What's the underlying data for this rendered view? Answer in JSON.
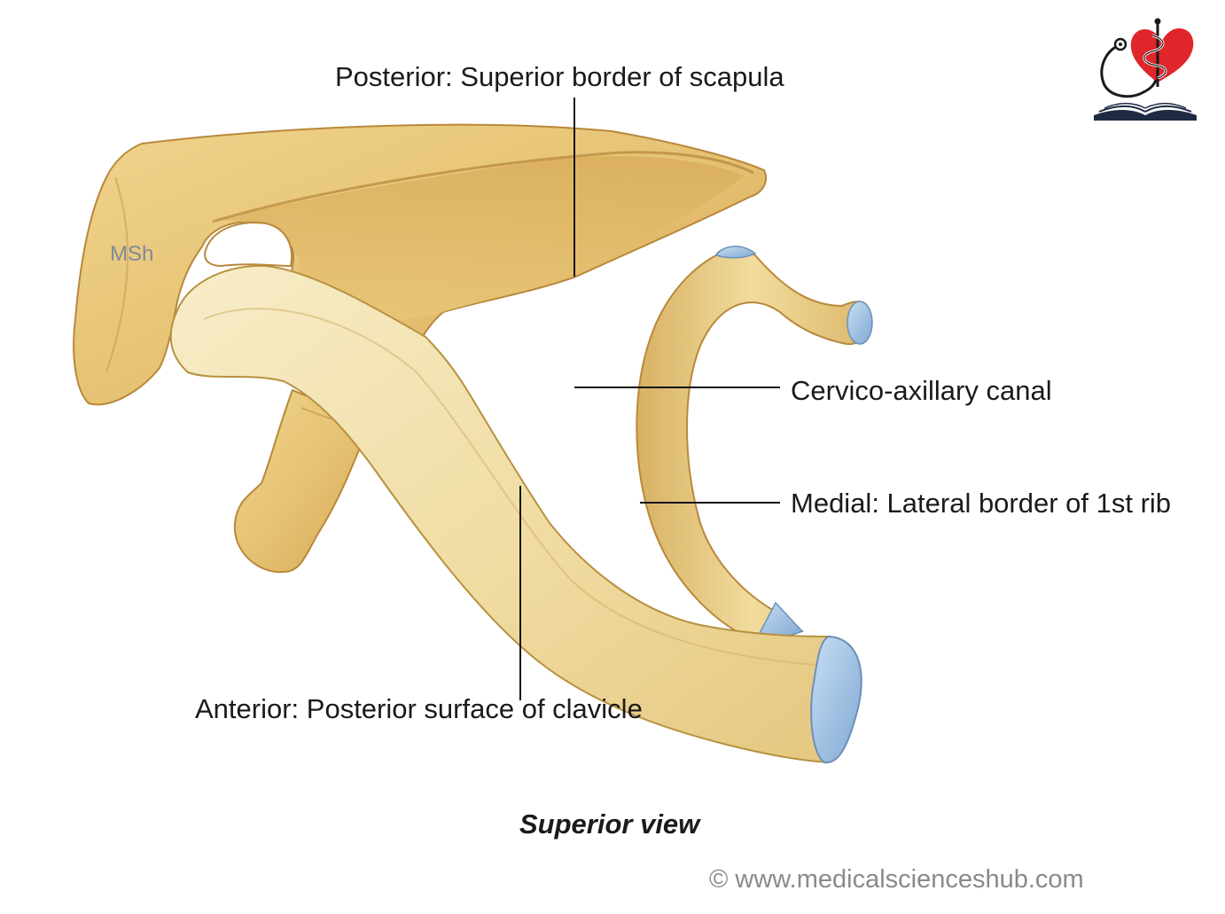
{
  "labels": {
    "posterior": "Posterior: Superior border of scapula",
    "canal": "Cervico-axillary canal",
    "medial": "Medial: Lateral border of 1st rib",
    "anterior": "Anterior: Posterior surface of clavicle"
  },
  "caption": "Superior view",
  "copyright": "© www.medicalscienceshub.com",
  "watermark": "MSh",
  "colors": {
    "bone": "#ecd08a",
    "bone_shadow": "#c99a45",
    "bone_light": "#f6ebc4",
    "cartilage": "#9ec3e6",
    "leader_line": "#111111",
    "logo_heart": "#e0252b"
  }
}
